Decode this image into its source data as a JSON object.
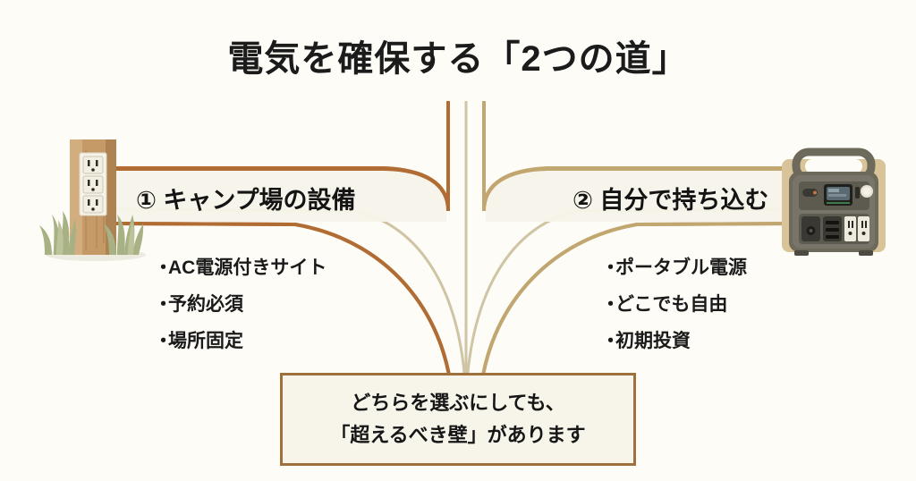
{
  "slide": {
    "title": "電気を確保する「2つの道」",
    "background_color": "#fdfcf7"
  },
  "branches": {
    "left": {
      "label": "① キャンプ場の設備",
      "icon": "outdoor-power-outlet-post-illustration",
      "band_color": "#a0703c",
      "bullets": [
        {
          "marker": "・",
          "text": "AC電源付きサイト"
        },
        {
          "marker": "・",
          "text": "予約必須"
        },
        {
          "marker": "・",
          "text": "場所固定"
        }
      ]
    },
    "right": {
      "label": "② 自分で持ち込む",
      "icon": "portable-power-station-illustration",
      "band_color": "#c2a670",
      "bullets": [
        {
          "marker": "・",
          "text": "ポータブル電源"
        },
        {
          "marker": "・",
          "text": "どこでも自由"
        },
        {
          "marker": "・",
          "text": "初期投資"
        }
      ]
    }
  },
  "conclusion": {
    "line1": "どちらを選ぶにしても、",
    "line2": "「超えるべき壁」があります",
    "border_color": "#a0703c",
    "fill_color": "#f7f4ea"
  },
  "palette": {
    "brown_dark": "#a0703c",
    "brown_mid": "#b58a55",
    "tan": "#c2a670",
    "tan_light": "#cfc4a4",
    "text_dark": "#161616",
    "grass_green": "#a8b184",
    "wood_light": "#c59a67",
    "wood_dark": "#a67c4e",
    "device_body": "#6d6a5c",
    "device_dark": "#4c4a41"
  }
}
